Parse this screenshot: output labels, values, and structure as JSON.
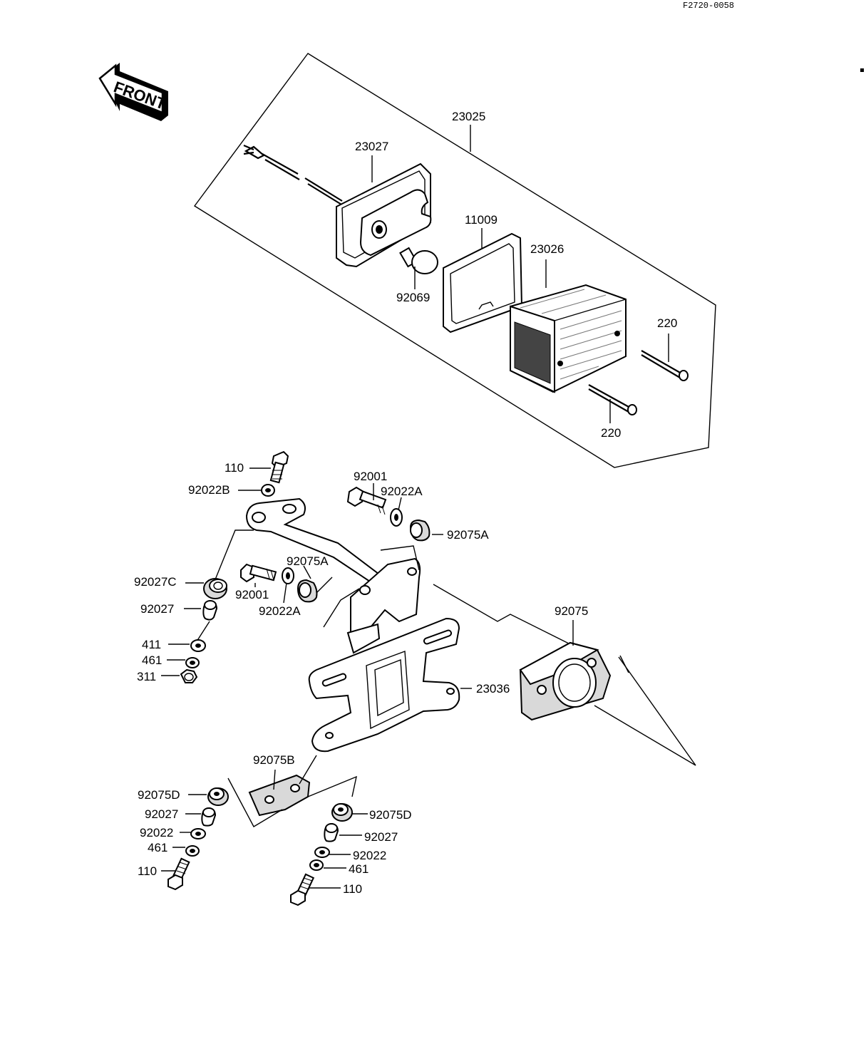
{
  "document_code": "F2720-0058",
  "front_label": "FRONT",
  "labels": {
    "p23025": "23025",
    "p23027": "23027",
    "p11009": "11009",
    "p23026": "23026",
    "p92069": "92069",
    "p220_top": "220",
    "p220_bottom": "220",
    "p110_top": "110",
    "p92022B": "92022B",
    "p92001_right": "92001",
    "p92022A_right": "92022A",
    "p92075A_right": "92075A",
    "p92075A_mid": "92075A",
    "p92027C": "92027C",
    "p92001_left": "92001",
    "p92022A_left": "92022A",
    "p92027_upper": "92027",
    "p92075": "92075",
    "p411": "411",
    "p461_upper": "461",
    "p311": "311",
    "p23036": "23036",
    "p92075B": "92075B",
    "p92075D_left": "92075D",
    "p92027_left": "92027",
    "p92022_left": "92022",
    "p461_left": "461",
    "p110_left": "110",
    "p92075D_right": "92075D",
    "p92027_right": "92027",
    "p92022_right": "92022",
    "p461_right": "461",
    "p110_right": "110"
  }
}
